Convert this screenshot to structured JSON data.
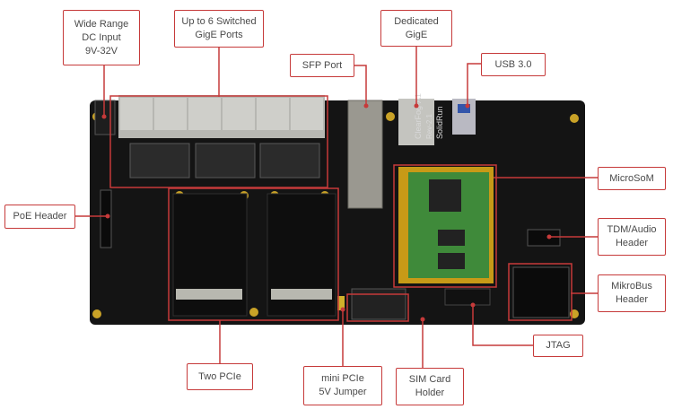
{
  "colors": {
    "accent": "#c63a3a",
    "board": "#141414",
    "text": "#4a4a4a"
  },
  "board": {
    "silkscreen_name": "ClearFog-A1",
    "silkscreen_rev": "Rev-2.1",
    "silkscreen_brand": "SolidRun"
  },
  "callouts": {
    "wide_range_dc_input": {
      "lines": [
        "Wide Range",
        "DC Input",
        "9V-32V"
      ]
    },
    "gige_ports": {
      "lines": [
        "Up to 6 Switched",
        "GigE Ports"
      ]
    },
    "dedicated_gige": {
      "lines": [
        "Dedicated",
        "GigE"
      ]
    },
    "sfp_port": {
      "lines": [
        "SFP Port"
      ]
    },
    "usb3": {
      "lines": [
        "USB 3.0"
      ]
    },
    "microsom": {
      "lines": [
        "MicroSoM"
      ]
    },
    "poe_header": {
      "lines": [
        "PoE Header"
      ]
    },
    "tdm_audio_header": {
      "lines": [
        "TDM/Audio",
        "Header"
      ]
    },
    "mikrobus_header": {
      "lines": [
        "MikroBus",
        "Header"
      ]
    },
    "jtag": {
      "lines": [
        "JTAG"
      ]
    },
    "two_pcie": {
      "lines": [
        "Two PCIe"
      ]
    },
    "mini_pcie_jumper": {
      "lines": [
        "mini PCIe",
        "5V Jumper"
      ]
    },
    "sim_card_holder": {
      "lines": [
        "SIM Card",
        "Holder"
      ]
    }
  }
}
